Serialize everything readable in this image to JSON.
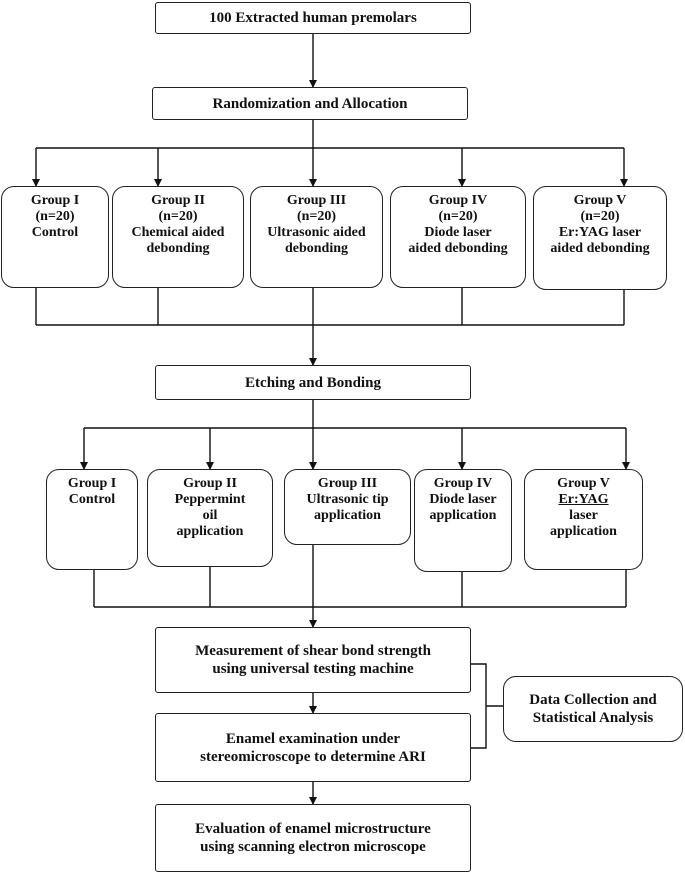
{
  "start": "100 Extracted human premolars",
  "randomization": "Randomization and Allocation",
  "debond_groups": [
    {
      "title": "Group I",
      "lines": [
        "(n=20)",
        "Control"
      ]
    },
    {
      "title": "Group II",
      "lines": [
        "(n=20)",
        "Chemical aided",
        "debonding"
      ]
    },
    {
      "title": "Group III",
      "lines": [
        "(n=20)",
        "Ultrasonic aided",
        "debonding"
      ]
    },
    {
      "title": "Group IV",
      "lines": [
        "(n=20)",
        "Diode laser",
        "aided debonding"
      ]
    },
    {
      "title": "Group V",
      "lines": [
        "(n=20)",
        "Er:YAG laser",
        "aided debonding"
      ]
    }
  ],
  "etching": "Etching and Bonding",
  "bond_groups": [
    {
      "title": "Group I",
      "lines": [
        "Control"
      ]
    },
    {
      "title": "Group II",
      "lines": [
        "Peppermint",
        "oil",
        "application"
      ]
    },
    {
      "title": "Group III",
      "lines": [
        "Ultrasonic tip",
        "application"
      ]
    },
    {
      "title": "Group IV",
      "lines": [
        "Diode laser",
        "application"
      ]
    },
    {
      "title": "Group V",
      "lines": [
        "Er:YAG",
        "laser",
        "application"
      ]
    }
  ],
  "shear_bond": [
    "Measurement of shear bond strength",
    "using universal testing machine"
  ],
  "enamel_exam": [
    "Enamel examination under",
    "stereomicroscope to determine ARI"
  ],
  "data_collection": [
    "Data Collection and",
    "Statistical Analysis"
  ],
  "evaluation": [
    "Evaluation of enamel microstructure",
    "using scanning electron microscope"
  ]
}
